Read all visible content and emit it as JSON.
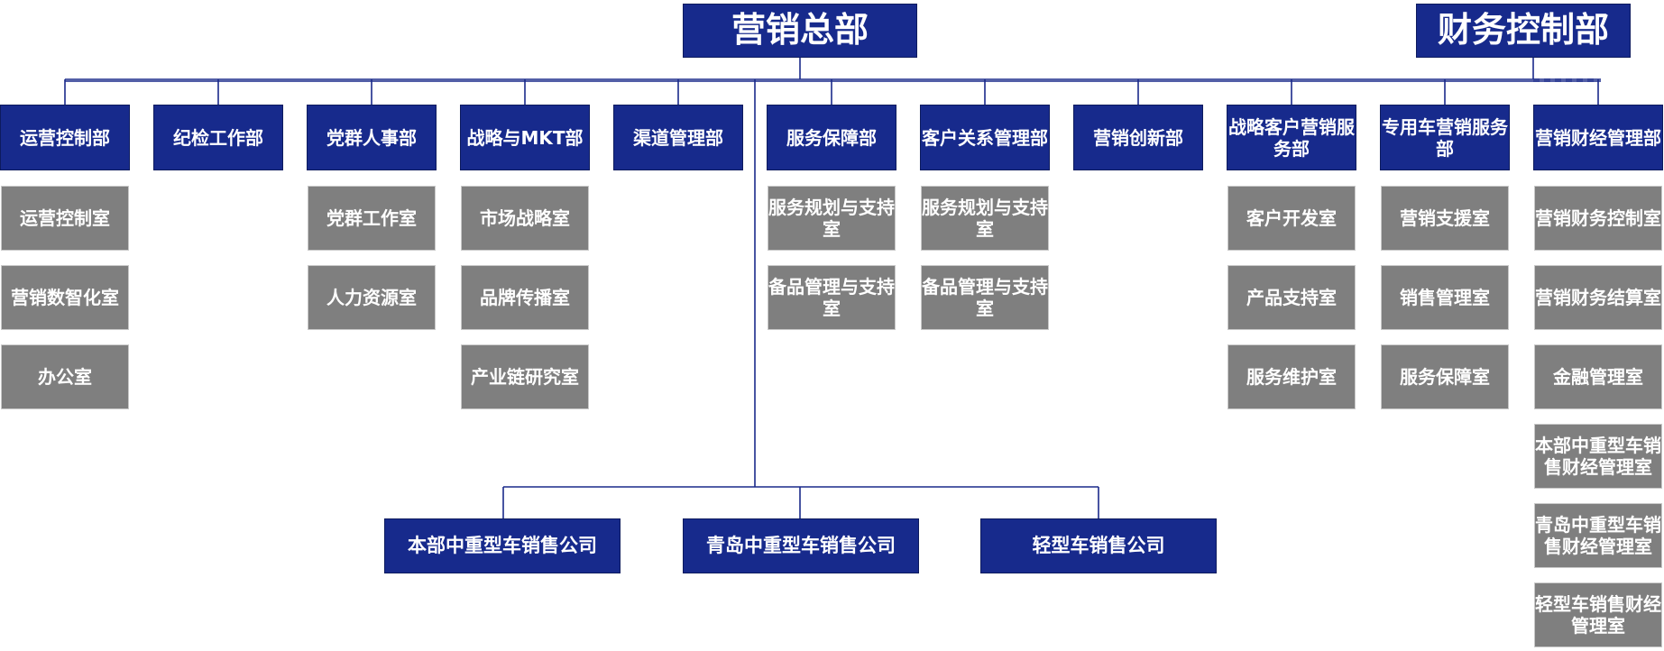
{
  "headquarters": {
    "label": "营销总部"
  },
  "finance_control": {
    "label": "财务控制部"
  },
  "departments": [
    {
      "label": "运营控制部",
      "offices": [
        "运营控制室",
        "营销数智化室",
        "办公室"
      ]
    },
    {
      "label": "纪检工作部",
      "offices": []
    },
    {
      "label": "党群人事部",
      "offices": [
        "党群工作室",
        "人力资源室"
      ]
    },
    {
      "label": "战略与MKT部",
      "offices": [
        "市场战略室",
        "品牌传播室",
        "产业链研究室"
      ]
    },
    {
      "label": "渠道管理部",
      "offices": []
    },
    {
      "label": "服务保障部",
      "offices": [
        "服务规划与支持室",
        "备品管理与支持室"
      ]
    },
    {
      "label": "客户关系管理部",
      "offices": [
        "服务规划与支持室",
        "备品管理与支持室"
      ]
    },
    {
      "label": "营销创新部",
      "offices": []
    },
    {
      "label": "战略客户营销服务部",
      "offices": [
        "客户开发室",
        "产品支持室",
        "服务维护室"
      ]
    },
    {
      "label": "专用车营销服务部",
      "offices": [
        "营销支援室",
        "销售管理室",
        "服务保障室"
      ]
    },
    {
      "label": "营销财经管理部",
      "offices": [
        "营销财务控制室",
        "营销财务结算室",
        "金融管理室",
        "本部中重型车销售财经管理室",
        "青岛中重型车销售财经管理室",
        "轻型车销售财经管理室"
      ]
    }
  ],
  "companies": [
    "本部中重型车销售公司",
    "青岛中重型车销售公司",
    "轻型车销售公司"
  ],
  "colors": {
    "dept": "#172a8c",
    "office": "#7f7f7f",
    "line": "#1a2a8a"
  }
}
